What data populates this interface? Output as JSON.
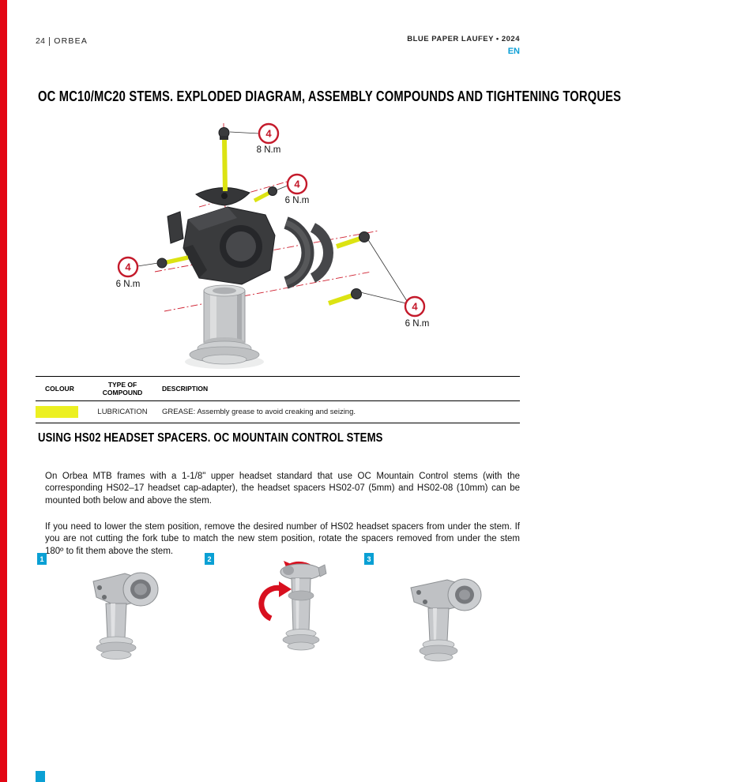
{
  "page": {
    "page_number": "24",
    "brand": "ORBEA",
    "header_right": "BLUE PAPER LAUFEY • 2024",
    "language": "EN"
  },
  "section1": {
    "title": "OC MC10/MC20 STEMS. EXPLODED DIAGRAM, ASSEMBLY COMPOUNDS AND TIGHTENING TORQUES",
    "callouts": [
      {
        "position": "top",
        "number": "4",
        "torque": "8 N.m"
      },
      {
        "position": "upper-right",
        "number": "4",
        "torque": "6 N.m"
      },
      {
        "position": "left",
        "number": "4",
        "torque": "6 N.m"
      },
      {
        "position": "lower-right",
        "number": "4",
        "torque": "6 N.m"
      }
    ]
  },
  "table": {
    "headers": [
      "COLOUR",
      "TYPE OF COMPOUND",
      "DESCRIPTION"
    ],
    "rows": [
      {
        "colour_hex": "#ecf021",
        "type": "LUBRICATION",
        "description": "GREASE: Assembly grease to avoid creaking and seizing."
      }
    ]
  },
  "section2": {
    "title": "USING HS02 HEADSET SPACERS. OC MOUNTAIN CONTROL STEMS",
    "paragraph1": "On Orbea MTB frames with a 1-1/8\" upper headset standard that use OC Mountain Control stems (with the corresponding HS02–17 headset cap-adapter), the headset spacers HS02-07 (5mm) and HS02-08 (10mm) can be mounted both below and above the stem.",
    "paragraph2": "If you need to lower the stem position, remove the desired number of HS02 headset spacers from under the stem. If you are not cutting the fork tube to match the new stem position, rotate the spacers removed from under the stem 180º to fit them above the stem.",
    "steps": [
      {
        "number": "1"
      },
      {
        "number": "2"
      },
      {
        "number": "3"
      }
    ]
  },
  "colors": {
    "accent_red": "#e30613",
    "callout_red": "#c41a2b",
    "accent_blue": "#0c9fd6",
    "badge_blue": "#0aa0d4",
    "highlight_yellow": "#ecf021"
  }
}
